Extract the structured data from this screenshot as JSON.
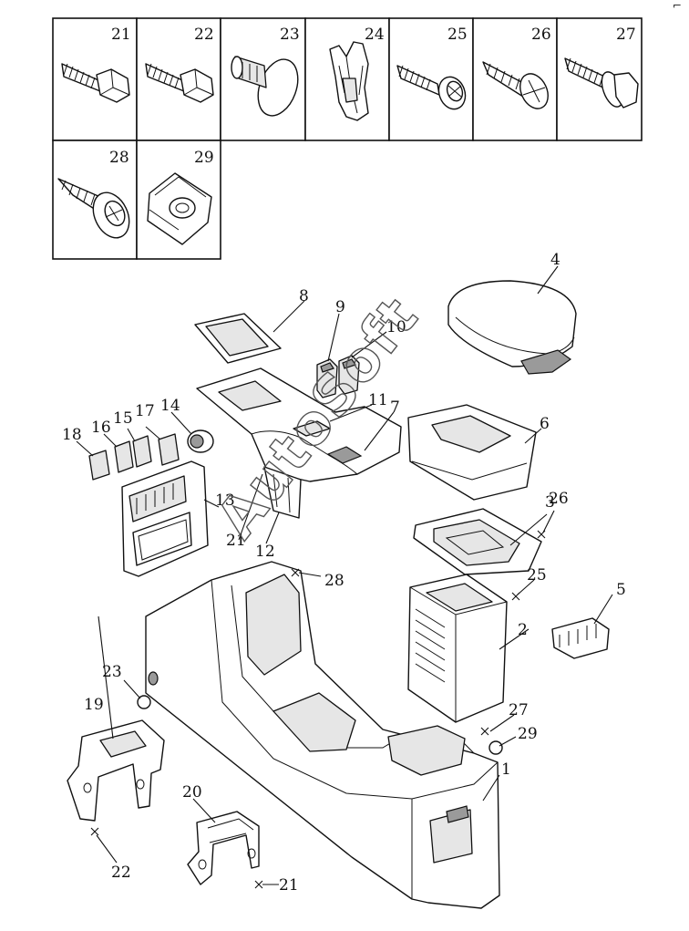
{
  "figure": {
    "type": "exploded parts diagram",
    "watermark": "AutoSoft",
    "corner_mark": "⌐"
  },
  "fastener_table": {
    "cells": [
      {
        "number": "21",
        "icon": "hex-bolt-icon"
      },
      {
        "number": "22",
        "icon": "hex-bolt-icon"
      },
      {
        "number": "23",
        "icon": "plug-cap-icon"
      },
      {
        "number": "24",
        "icon": "spring-clip-icon"
      },
      {
        "number": "25",
        "icon": "tapping-screw-icon"
      },
      {
        "number": "26",
        "icon": "cross-screw-icon"
      },
      {
        "number": "27",
        "icon": "flange-bolt-icon"
      },
      {
        "number": "28",
        "icon": "washer-screw-icon"
      },
      {
        "number": "29",
        "icon": "clip-nut-icon"
      }
    ]
  },
  "callouts": {
    "c1": "1",
    "c2": "2",
    "c3": "3",
    "c4": "4",
    "c5": "5",
    "c6": "6",
    "c7": "7",
    "c8": "8",
    "c9": "9",
    "c10": "10",
    "c11": "11",
    "c12": "12",
    "c13": "13",
    "c14": "14",
    "c15": "15",
    "c16": "16",
    "c17": "17",
    "c18": "18",
    "c19": "19",
    "c20": "20",
    "c21a": "21",
    "c21b": "21",
    "c22": "22",
    "c23": "23",
    "c25": "25",
    "c26": "26",
    "c27": "27",
    "c28": "28",
    "c29": "29"
  }
}
